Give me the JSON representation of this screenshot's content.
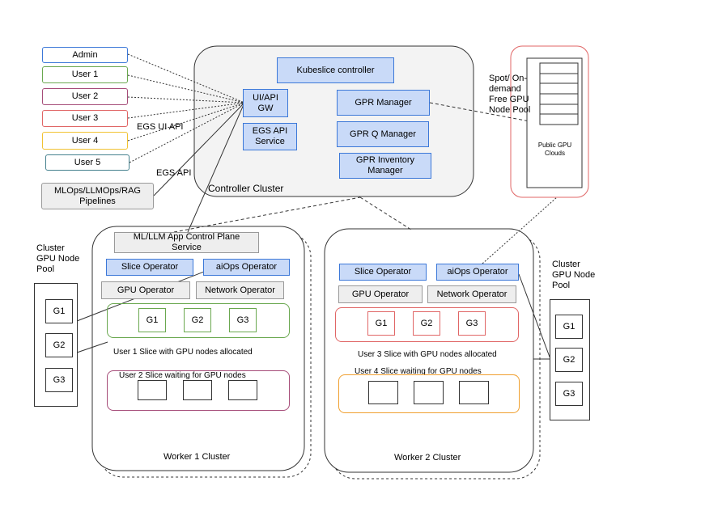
{
  "users": [
    {
      "label": "Admin",
      "color": "#3c78d8"
    },
    {
      "label": "User 1",
      "color": "#6aa84f"
    },
    {
      "label": "User 2",
      "color": "#a64d79"
    },
    {
      "label": "User 3",
      "color": "#e06666"
    },
    {
      "label": "User 4",
      "color": "#f1c232"
    },
    {
      "label": "User 5",
      "color": "#45818e"
    }
  ],
  "pipelines": {
    "label": "MLOps/LLMOps/RAG Pipelines"
  },
  "labels": {
    "egs_ui_api": "EGS UI API",
    "egs_api": "EGS  API",
    "controller_cluster": "Controller Cluster",
    "spot_pool": "Spot/ On-demand Free GPU Node Pool",
    "worker1_cluster": "Worker 1 Cluster",
    "worker2_cluster": "Worker 2 Cluster",
    "left_pool": "Cluster GPU Node Pool",
    "right_pool": "Cluster GPU Node Pool"
  },
  "controller": {
    "kubeslice": "Kubeslice controller",
    "ui_api_gw": "UI/API GW",
    "egs_api_service": "EGS API Service",
    "gpr_manager": "GPR Manager",
    "gpr_q_manager": "GPR Q Manager",
    "gpr_inventory_manager": "GPR Inventory Manager"
  },
  "public_clouds": {
    "label": "Public GPU Clouds"
  },
  "worker1": {
    "app_control_plane": "ML/LLM App Control Plane Service",
    "slice_operator": "Slice Operator",
    "aiops_operator": "aiOps  Operator",
    "gpu_operator": "GPU Operator",
    "network_operator": "Network Operator",
    "slice_gpus": [
      "G1",
      "G2",
      "G3"
    ],
    "user1_slice": "User 1  Slice with GPU nodes allocated",
    "user2_slice": "User 2 Slice  waiting for GPU nodes"
  },
  "worker2": {
    "slice_operator": "Slice Operator",
    "aiops_operator": "aiOps  Operator",
    "gpu_operator": "GPU Operator",
    "network_operator": "Network Operator",
    "slice_gpus": [
      "G1",
      "G2",
      "G3"
    ],
    "user3_slice": "User 3 Slice  with GPU nodes allocated",
    "user4_slice": "User 4 Slice waiting for  GPU nodes"
  },
  "left_pool_gpus": [
    "G1",
    "G2",
    "G3"
  ],
  "right_pool_gpus": [
    "G1",
    "G2",
    "G3"
  ]
}
